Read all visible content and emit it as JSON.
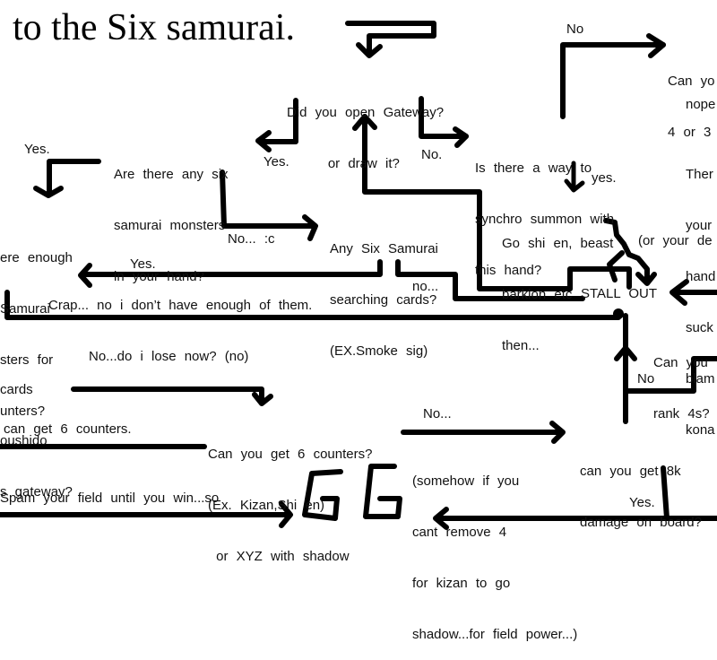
{
  "title": "to the Six samurai.",
  "nodes": {
    "open_gateway": [
      "Did you open Gateway?",
      "     or draw it?"
    ],
    "any_six_in_hand": [
      "Are there any six",
      "samurai monsters",
      "in your hand?"
    ],
    "synchro": [
      "Is there a way to",
      "synchro summon with",
      "this hand?"
    ],
    "go_shien": [
      "Go shi en, beast",
      "barkion etc",
      "then..."
    ],
    "searching_cards": [
      "Any Six Samurai",
      "searching cards?",
      "(EX.Smoke sig)"
    ],
    "enough_for_counters": [
      "ere enough",
      "Samurai",
      "sters for",
      "unters?"
    ],
    "cards_bushido": [
      "cards",
      "oushido",
      "s gateway?"
    ],
    "can_get_6_counters_left": [
      "can get 6 counters."
    ],
    "can_get_6_counters": [
      "Can you get 6 counters?",
      "(Ex. Kizan,Shi en)",
      " or XYZ with shadow"
    ],
    "can_get_8k": [
      "can you get 8k",
      "damage on board?"
    ],
    "somehow": [
      "(somehow if you",
      "cant remove 4",
      "for kizan to go",
      "shadow...for field power...)"
    ],
    "spam_field": [
      "Spam your field until you win...so"
    ],
    "can_you_top_right": [
      "Can yo",
      "4 or 3"
    ],
    "nope": [
      "nope"
    ],
    "there_your_hand": [
      "Ther",
      "your",
      "hand",
      "suck",
      "blam",
      "kona"
    ],
    "or_your_deck": [
      "(or your de"
    ],
    "can_you_rank4": [
      "Can you",
      "rank 4s?"
    ],
    "stall_out": [
      "STALL OUT"
    ],
    "crap": [
      "Crap... no i don’t have enough of them."
    ],
    "gg": "GG"
  },
  "edge_labels": {
    "yes_any_six": "Yes.",
    "no_synchro": "No.",
    "no_top": "No",
    "yes_left": "Yes.",
    "yes_synchro": "yes.",
    "no_c": "No... :c",
    "yes_enough": "Yes.",
    "no_dots": "no...",
    "no_lose": "No...do i lose now? (no)",
    "no_8k": "No...",
    "no_rank": "No",
    "yes_gg": "Yes."
  }
}
